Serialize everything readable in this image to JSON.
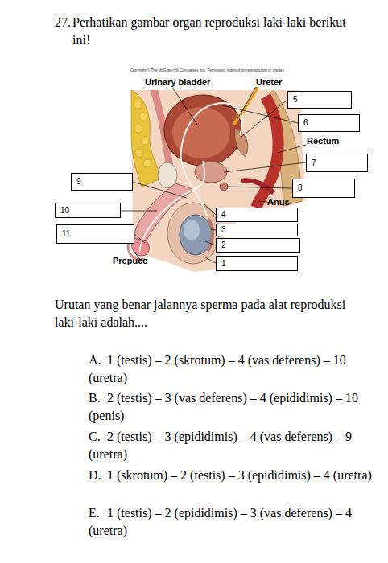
{
  "diagram": {
    "nodes": [
      {
        "text": [
          "5"
        ]
      },
      {
        "text": [
          "6"
        ]
      },
      {
        "text": [
          "7"
        ]
      },
      {
        "text": [
          "9"
        ]
      },
      {
        "text": [
          "8"
        ]
      },
      {
        "text": [
          "10"
        ]
      },
      {
        "text": [
          "4"
        ]
      },
      {
        "text": [
          "3"
        ]
      },
      {
        "text": [
          "11"
        ]
      },
      {
        "text": [
          "2"
        ]
      },
      {
        "text": [
          "1"
        ]
      }
    ],
    "labels": [
      "Copyright © The McGraw-Hill Companies, Inc. Permission required for reproduction or display.",
      "Urinary bladder",
      "Ureter",
      "Rectum",
      "Anus",
      "Prepuce",
      "27.",
      "Perhatikan gambar organ reproduksi laki-laki berikut ini!",
      "Urutan yang benar jalannya sperma pada alat reproduksi laki-laki adalah....",
      "A.",
      "1 (testis) – 2 (skrotum) – 4 (vas deferens) – 10 (uretra)",
      "B.",
      "2 (testis) – 3 (vas deferens) – 4 (epididimis) – 10 (penis)",
      "C.",
      "2 (testis) – 3 (epididimis) – 4 (vas deferens) – 9 (uretra)",
      "D.",
      "1 (skrotum) – 2 (testis) – 3 (epididimis) – 4 (uretra)",
      "E.",
      "1 (testis) – 2 (epididimis) – 3 (vas deferens) – 4 (uretra)"
    ]
  }
}
